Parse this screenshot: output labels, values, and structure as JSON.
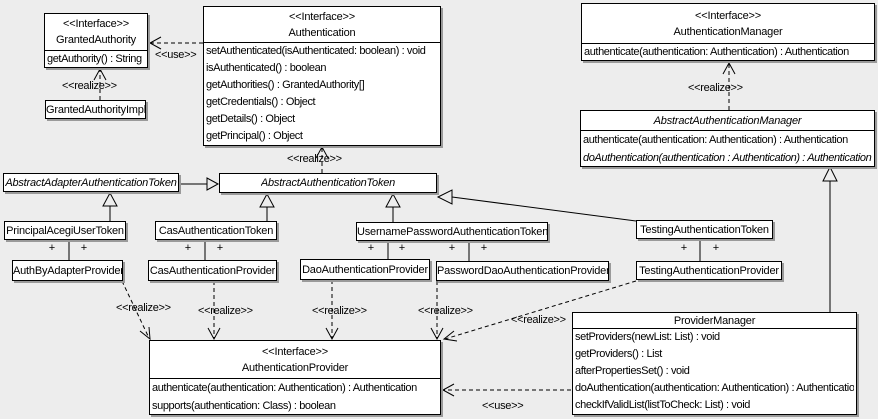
{
  "classes": {
    "grantedAuthority": {
      "stereotype": "<<Interface>>",
      "name": "GrantedAuthority",
      "methods": [
        "getAuthority() : String"
      ]
    },
    "grantedAuthorityImpl": {
      "name": "GrantedAuthorityImpl"
    },
    "authentication": {
      "stereotype": "<<Interface>>",
      "name": "Authentication",
      "methods": [
        "setAuthenticated(isAuthenticated: boolean) : void",
        "isAuthenticated() : boolean",
        "getAuthorities() : GrantedAuthority[]",
        "getCredentials() : Object",
        "getDetails() : Object",
        "getPrincipal() : Object"
      ]
    },
    "authenticationManager": {
      "stereotype": "<<Interface>>",
      "name": "AuthenticationManager",
      "methods": [
        "authenticate(authentication: Authentication) : Authentication"
      ]
    },
    "abstractAuthenticationManager": {
      "name": "AbstractAuthenticationManager",
      "methods": [
        "authenticate(authentication: Authentication) : Authentication",
        "doAuthentication(authentication : Authentication) : Authentication"
      ]
    },
    "abstractAdapterAuthenticationToken": {
      "name": "AbstractAdapterAuthenticationToken"
    },
    "abstractAuthenticationToken": {
      "name": "AbstractAuthenticationToken"
    },
    "principalAcegiUserToken": {
      "name": "PrincipalAcegiUserToken"
    },
    "casAuthenticationToken": {
      "name": "CasAuthenticationToken"
    },
    "usernamePasswordAuthenticationToken": {
      "name": "UsernamePasswordAuthenticationToken"
    },
    "testingAuthenticationToken": {
      "name": "TestingAuthenticationToken"
    },
    "authByAdapterProvider": {
      "name": "AuthByAdapterProvider"
    },
    "casAuthenticationProvider": {
      "name": "CasAuthenticationProvider"
    },
    "daoAuthenticationProvider": {
      "name": "DaoAuthenticationProvider"
    },
    "passwordDaoAuthenticationProvider": {
      "name": "PasswordDaoAuthenticationProvider"
    },
    "testingAuthenticationProvider": {
      "name": "TestingAuthenticationProvider"
    },
    "authenticationProvider": {
      "stereotype": "<<Interface>>",
      "name": "AuthenticationProvider",
      "methods": [
        "authenticate(authentication: Authentication) : Authentication",
        "supports(authentication: Class) : boolean"
      ]
    },
    "providerManager": {
      "name": "ProviderManager",
      "methods": [
        "setProviders(newList: List) : void",
        "getProviders() : List",
        "afterPropertiesSet() : void",
        "doAuthentication(authentication: Authentication) : Authentication",
        "checkIfValidList(listToCheck: List) : void"
      ]
    }
  },
  "edgeLabels": {
    "useGranted": "<<use>>",
    "realizeGranted": "<<realize>>",
    "realizeToken": "<<realize>>",
    "realizeManager": "<<realize>>",
    "realizeAuthBy": "<<realize>>",
    "realizeCas": "<<realize>>",
    "realizeDao": "<<realize>>",
    "realizePasswordDao": "<<realize>>",
    "realizeTesting": "<<realize>>",
    "useProvider": "<<use>>"
  },
  "edges": {
    "plus": "+"
  },
  "colors": {
    "background": "#ededed",
    "box_fill": "#ffffff",
    "line": "#000000",
    "shadow": "#9a9a9a"
  }
}
